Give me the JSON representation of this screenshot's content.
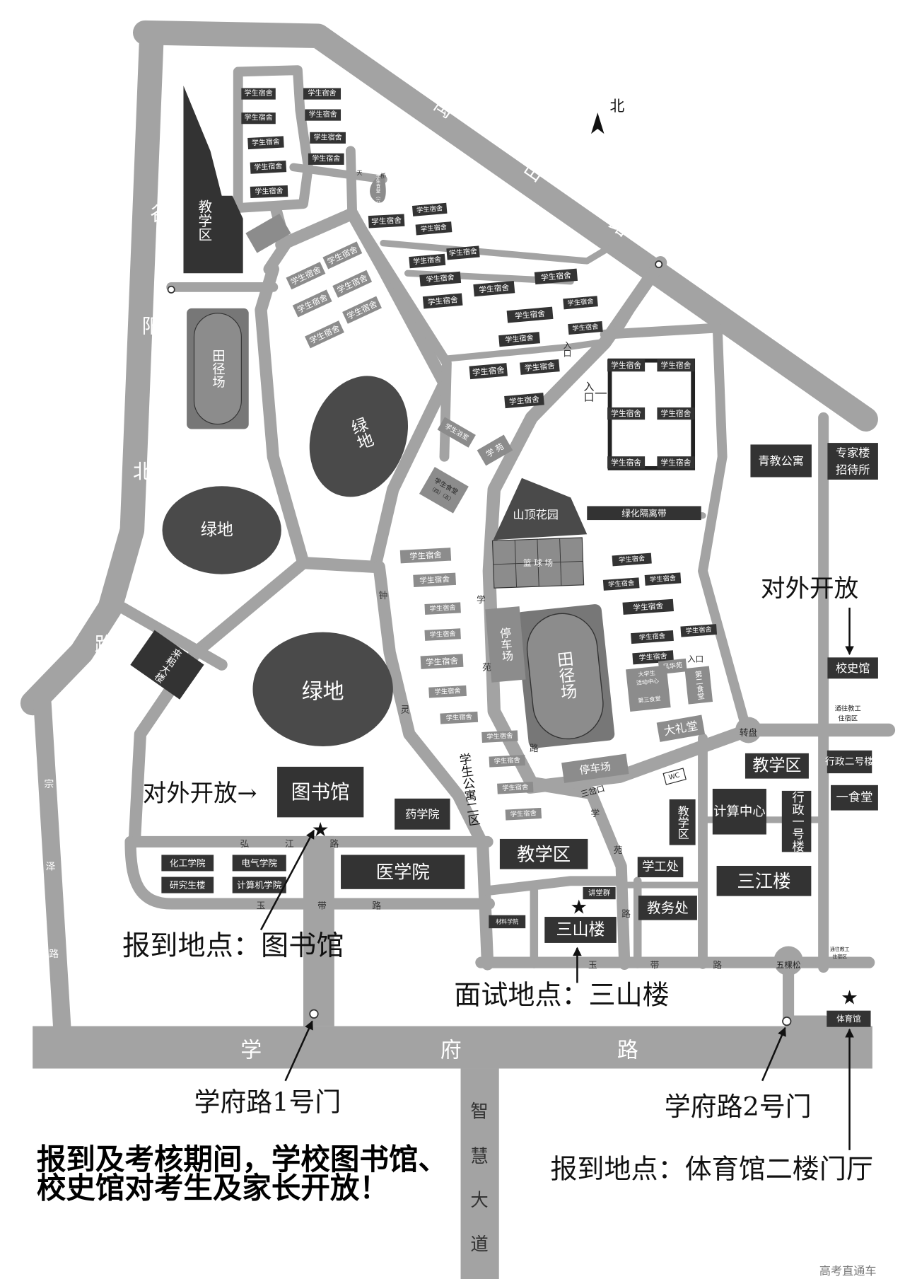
{
  "colors": {
    "road": "#a3a3a3",
    "building_dark": "#333333",
    "building_mid": "#8c8c8c",
    "green_area": "#4a4a4a",
    "background": "#ffffff"
  },
  "compass": {
    "north": "北",
    "icon": "north-arrow-icon"
  },
  "roads": {
    "guyangbei": [
      "谷",
      "阳",
      "北",
      "路"
    ],
    "yushan": [
      "禹",
      "山",
      "路"
    ],
    "zongze": [
      "宗",
      "泽",
      "路"
    ],
    "xuefu": [
      "学",
      "府",
      "路"
    ],
    "zhihui": [
      "智",
      "慧",
      "大",
      "道"
    ],
    "hongjiang": [
      "弘",
      "江",
      "路"
    ],
    "yudai_west": [
      "玉",
      "带",
      "路"
    ],
    "yudai_east": [
      "玉",
      "带",
      "路"
    ],
    "zhongling": [
      "钟",
      "灵"
    ],
    "xueyuan_north": [
      "学",
      "苑",
      "路"
    ],
    "xueyuan_south": [
      "学",
      "苑",
      "路"
    ],
    "tianqiao": [
      "天",
      "桥"
    ]
  },
  "places": {
    "roundabout": "转盘",
    "three_way": "三岔口",
    "five_pines": "五棵松",
    "to_staff_housing_1": [
      "通往教工",
      "住宿区"
    ],
    "to_staff_housing_2": [
      "通往教工",
      "住宿区"
    ],
    "entrance": "入口",
    "apartment_zone_2": "学生公寓二区"
  },
  "dorm_label": "学生宿舍",
  "buildings": {
    "teaching_nw": "教学区",
    "track_w": "田径场",
    "green_w": "绿地",
    "green_mid": "绿地",
    "green_big": "绿地",
    "laisi": "来耜大楼",
    "canteen6": "学生食堂（六）",
    "bath": "学生浴室",
    "xueyuan": "学 苑",
    "canteen45": [
      "学生食堂",
      "（四）（五）"
    ],
    "hilltop": "山顶花园",
    "green_belt": "绿化隔离带",
    "basketball": "篮 球 场",
    "parking_1": "停车场",
    "track_c": "田径场",
    "parking_2": "停车场",
    "activity_center": [
      "大学生",
      "活动中心",
      "第三食堂"
    ],
    "fenghua": "风华苑",
    "canteen2": "第二食堂",
    "auditorium": "大礼堂",
    "wc": "WC",
    "qingjiao": "青教公寓",
    "expert": [
      "专家楼",
      "招待所"
    ],
    "museum": "校史馆",
    "admin2": "行政二号楼",
    "canteen1": "一食堂",
    "teaching_e": "教学区",
    "computing": "计算中心",
    "admin1": "行政一号楼",
    "teaching_v": "教学区",
    "xuegong": "学工处",
    "sanjiang": "三江楼",
    "jiaowu": "教务处",
    "teaching_s": "教学区",
    "lecture": "讲堂群",
    "sanshan": "三山楼",
    "materials": "材料学院",
    "library": "图书馆",
    "pharmacy": "药学院",
    "medical": "医学院",
    "chem": "化工学院",
    "elec": "电气学院",
    "grad": "研究生楼",
    "cs": "计算机学院",
    "gym": "体育馆"
  },
  "annotations": {
    "open_library": "对外开放→",
    "open_museum": "对外开放",
    "report_library": "报到地点：图书馆",
    "interview": "面试地点：三山楼",
    "gate1": "学府路1号门",
    "gate2": "学府路2号门",
    "report_gym": "报到地点：体育馆二楼门厅",
    "notice": [
      "报到及考核期间，学校图书馆、",
      "校史馆对考生及家长开放！"
    ],
    "watermark": "高考直通车",
    "star_icon": "star-icon"
  }
}
